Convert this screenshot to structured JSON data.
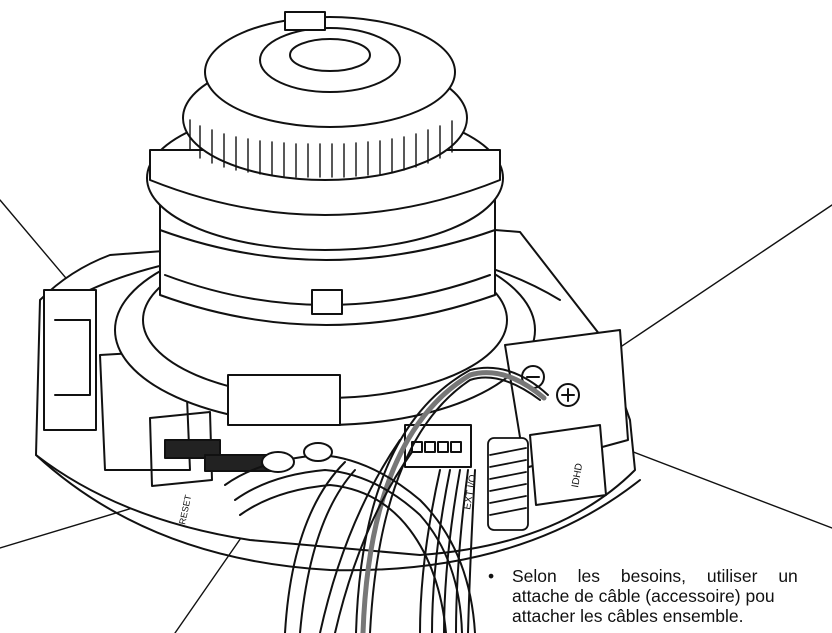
{
  "illustration": {
    "subject": "dome camera opened with cables connected",
    "marks": {
      "minus": "⊖",
      "plus": "⊕",
      "terminal_label": "EXT I/O",
      "side_label": "IDHD",
      "base_label": "RESET"
    }
  },
  "note": {
    "bullet": "•",
    "line1": "Selon les besoins, utiliser un",
    "line2": "attache de câble (accessoire) pou",
    "line3": "attacher les câbles ensemble."
  }
}
